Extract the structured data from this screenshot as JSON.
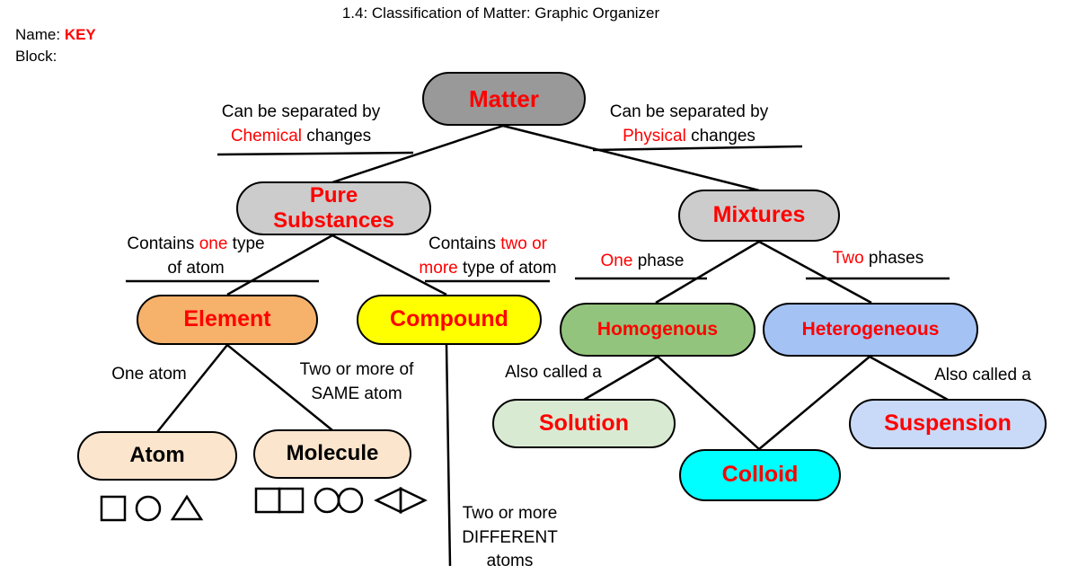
{
  "header": {
    "title": "1.4: Classification of Matter: Graphic Organizer",
    "name_label": "Name:",
    "name_value": "KEY",
    "block_label": "Block:"
  },
  "nodes": {
    "matter": "Matter",
    "pure_substances_line1": "Pure",
    "pure_substances_line2": "Substances",
    "mixtures": "Mixtures",
    "element": "Element",
    "compound": "Compound",
    "homogenous": "Homogenous",
    "heterogeneous": "Heterogeneous",
    "atom": "Atom",
    "molecule": "Molecule",
    "solution": "Solution",
    "colloid": "Colloid",
    "suspension": "Suspension"
  },
  "notes": {
    "chemical": {
      "line1": "Can be separated by",
      "highlight": "Chemical",
      "rest": " changes"
    },
    "physical": {
      "line1": "Can be separated by",
      "highlight": "Physical",
      "rest": " changes"
    },
    "one_type": {
      "pre": "Contains ",
      "highlight": "one",
      "post": " type",
      "line2": "of atom"
    },
    "two_or_more": {
      "pre": "Contains ",
      "highlight1": "two or",
      "highlight2": "more",
      "post": " type of atom"
    },
    "one_phase": {
      "highlight": "One",
      "rest": " phase"
    },
    "two_phases": {
      "highlight": "Two",
      "rest": " phases"
    },
    "one_atom": "One atom",
    "same_atom": {
      "line1": "Two or more of",
      "line2": "SAME atom"
    },
    "also_called_left": "Also called a",
    "also_called_right": "Also called a",
    "different_atoms": {
      "line1": "Two or more",
      "line2": "DIFFERENT",
      "line3": "atoms"
    }
  },
  "colors": {
    "highlight": "#ff0000",
    "matter_fill": "#999999",
    "pure_fill": "#cccccc",
    "mixtures_fill": "#cccccc",
    "element_fill": "#f6b26b",
    "compound_fill": "#ffff00",
    "homogenous_fill": "#93c47d",
    "heterogeneous_fill": "#a4c2f4",
    "atom_fill": "#fce5cd",
    "molecule_fill": "#fce5cd",
    "solution_fill": "#d9ead3",
    "colloid_fill": "#00ffff",
    "suspension_fill": "#c9daf8"
  }
}
